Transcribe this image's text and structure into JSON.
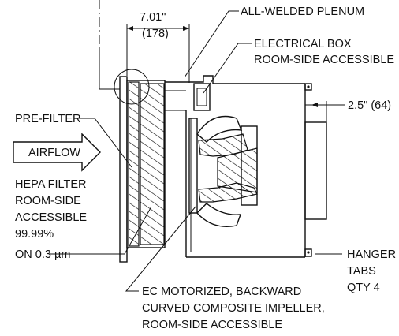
{
  "dimensions": {
    "width_in": "7.01\"",
    "width_mm": "(178)",
    "offset": "2.5\" (64)"
  },
  "callouts": {
    "plenum": "ALL-WELDED PLENUM",
    "electrical_box_1": "ELECTRICAL BOX",
    "electrical_box_2": "ROOM-SIDE ACCESSIBLE",
    "pre_filter": "PRE-FILTER",
    "airflow": "AIRFLOW",
    "hepa_1": "HEPA FILTER",
    "hepa_2": "ROOM-SIDE",
    "hepa_3": "ACCESSIBLE",
    "hepa_4": "99.99%",
    "hepa_5": "ON 0.3 µm",
    "hanger_1": "HANGER",
    "hanger_2": "TABS",
    "hanger_3": "QTY 4",
    "motor_1": "EC MOTORIZED, BACKWARD",
    "motor_2": "CURVED COMPOSITE IMPELLER,",
    "motor_3": "ROOM-SIDE ACCESSIBLE"
  }
}
